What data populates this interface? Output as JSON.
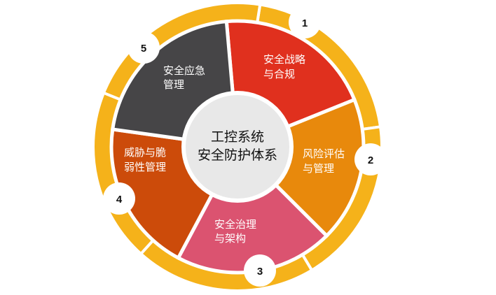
{
  "center": {
    "line1": "工控系统",
    "line2": "安全防护体系"
  },
  "segments": [
    {
      "number": "1",
      "line1": "安全战略",
      "line2": "与合规",
      "color": "#e0301e"
    },
    {
      "number": "2",
      "line1": "风险评估",
      "line2": "与管理",
      "color": "#e8890c"
    },
    {
      "number": "3",
      "line1": "安全治理",
      "line2": "与架构",
      "color": "#db5370"
    },
    {
      "number": "4",
      "line1": "威胁与脆",
      "line2": "弱性管理",
      "color": "#cc4b0a"
    },
    {
      "number": "5",
      "line1": "安全应急",
      "line2": "管理",
      "color": "#464547"
    }
  ],
  "ring_color": "#f5b21a",
  "center_color": "#e8e8e8"
}
